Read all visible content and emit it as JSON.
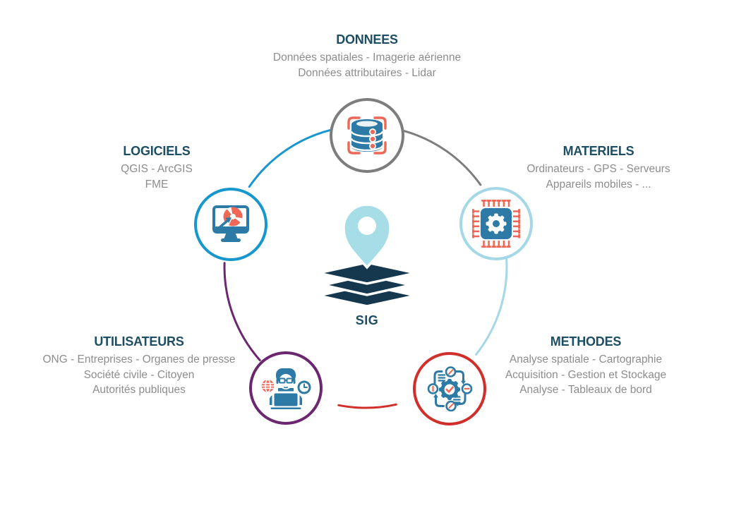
{
  "center": {
    "label": "SIG",
    "icon": "map-pin-layers-icon",
    "pin_color": "#a6dde7",
    "layers_color": "#15384e"
  },
  "nodes": [
    {
      "id": "donnees",
      "label": "DONNEES",
      "lines": [
        "Données spatiales - Imagerie aérienne",
        "Données attributaires - Lidar"
      ],
      "ring_color": "#7d7d7d",
      "icon": "database-icon"
    },
    {
      "id": "logiciels",
      "label": "LOGICIELS",
      "lines": [
        "QGIS - ArcGIS",
        "FME"
      ],
      "ring_color": "#1697ce",
      "icon": "software-monitor-disc-icon"
    },
    {
      "id": "materiels",
      "label": "MATERIELS",
      "lines": [
        "Ordinateurs - GPS - Serveurs",
        "Appareils mobiles - ..."
      ],
      "ring_color": "#a5d8e6",
      "icon": "cpu-chip-icon"
    },
    {
      "id": "utilisateurs",
      "label": "UTILISATEURS",
      "lines": [
        "ONG - Entreprises - Organes de presse",
        "Société civile - Citoyen",
        "Autorités publiques"
      ],
      "ring_color": "#6b2770",
      "icon": "user-laptop-icon"
    },
    {
      "id": "methodes",
      "label": "METHODES",
      "lines": [
        "Analyse spatiale - Cartographie",
        "Acquisition - Gestion et Stockage",
        "Analyse - Tableaux de bord"
      ],
      "ring_color": "#d12f2b",
      "icon": "process-cycle-icon"
    }
  ],
  "arcs": [
    {
      "from": "logiciels",
      "to": "donnees",
      "color": "#1697ce"
    },
    {
      "from": "donnees",
      "to": "materiels",
      "color": "#7d7d7d"
    },
    {
      "from": "materiels",
      "to": "methodes",
      "color": "#a5d8e6"
    },
    {
      "from": "methodes",
      "to": "utilisateurs",
      "color": "#d12f2b"
    },
    {
      "from": "utilisateurs",
      "to": "logiciels",
      "color": "#6b2770"
    }
  ],
  "palette": {
    "heading": "#1d4e63",
    "subtext": "#8d8d8d",
    "icon_blue": "#2c7aa5",
    "icon_salmon": "#ee6757",
    "layers_navy": "#15384e",
    "pin_pale_blue": "#a6dde7"
  }
}
